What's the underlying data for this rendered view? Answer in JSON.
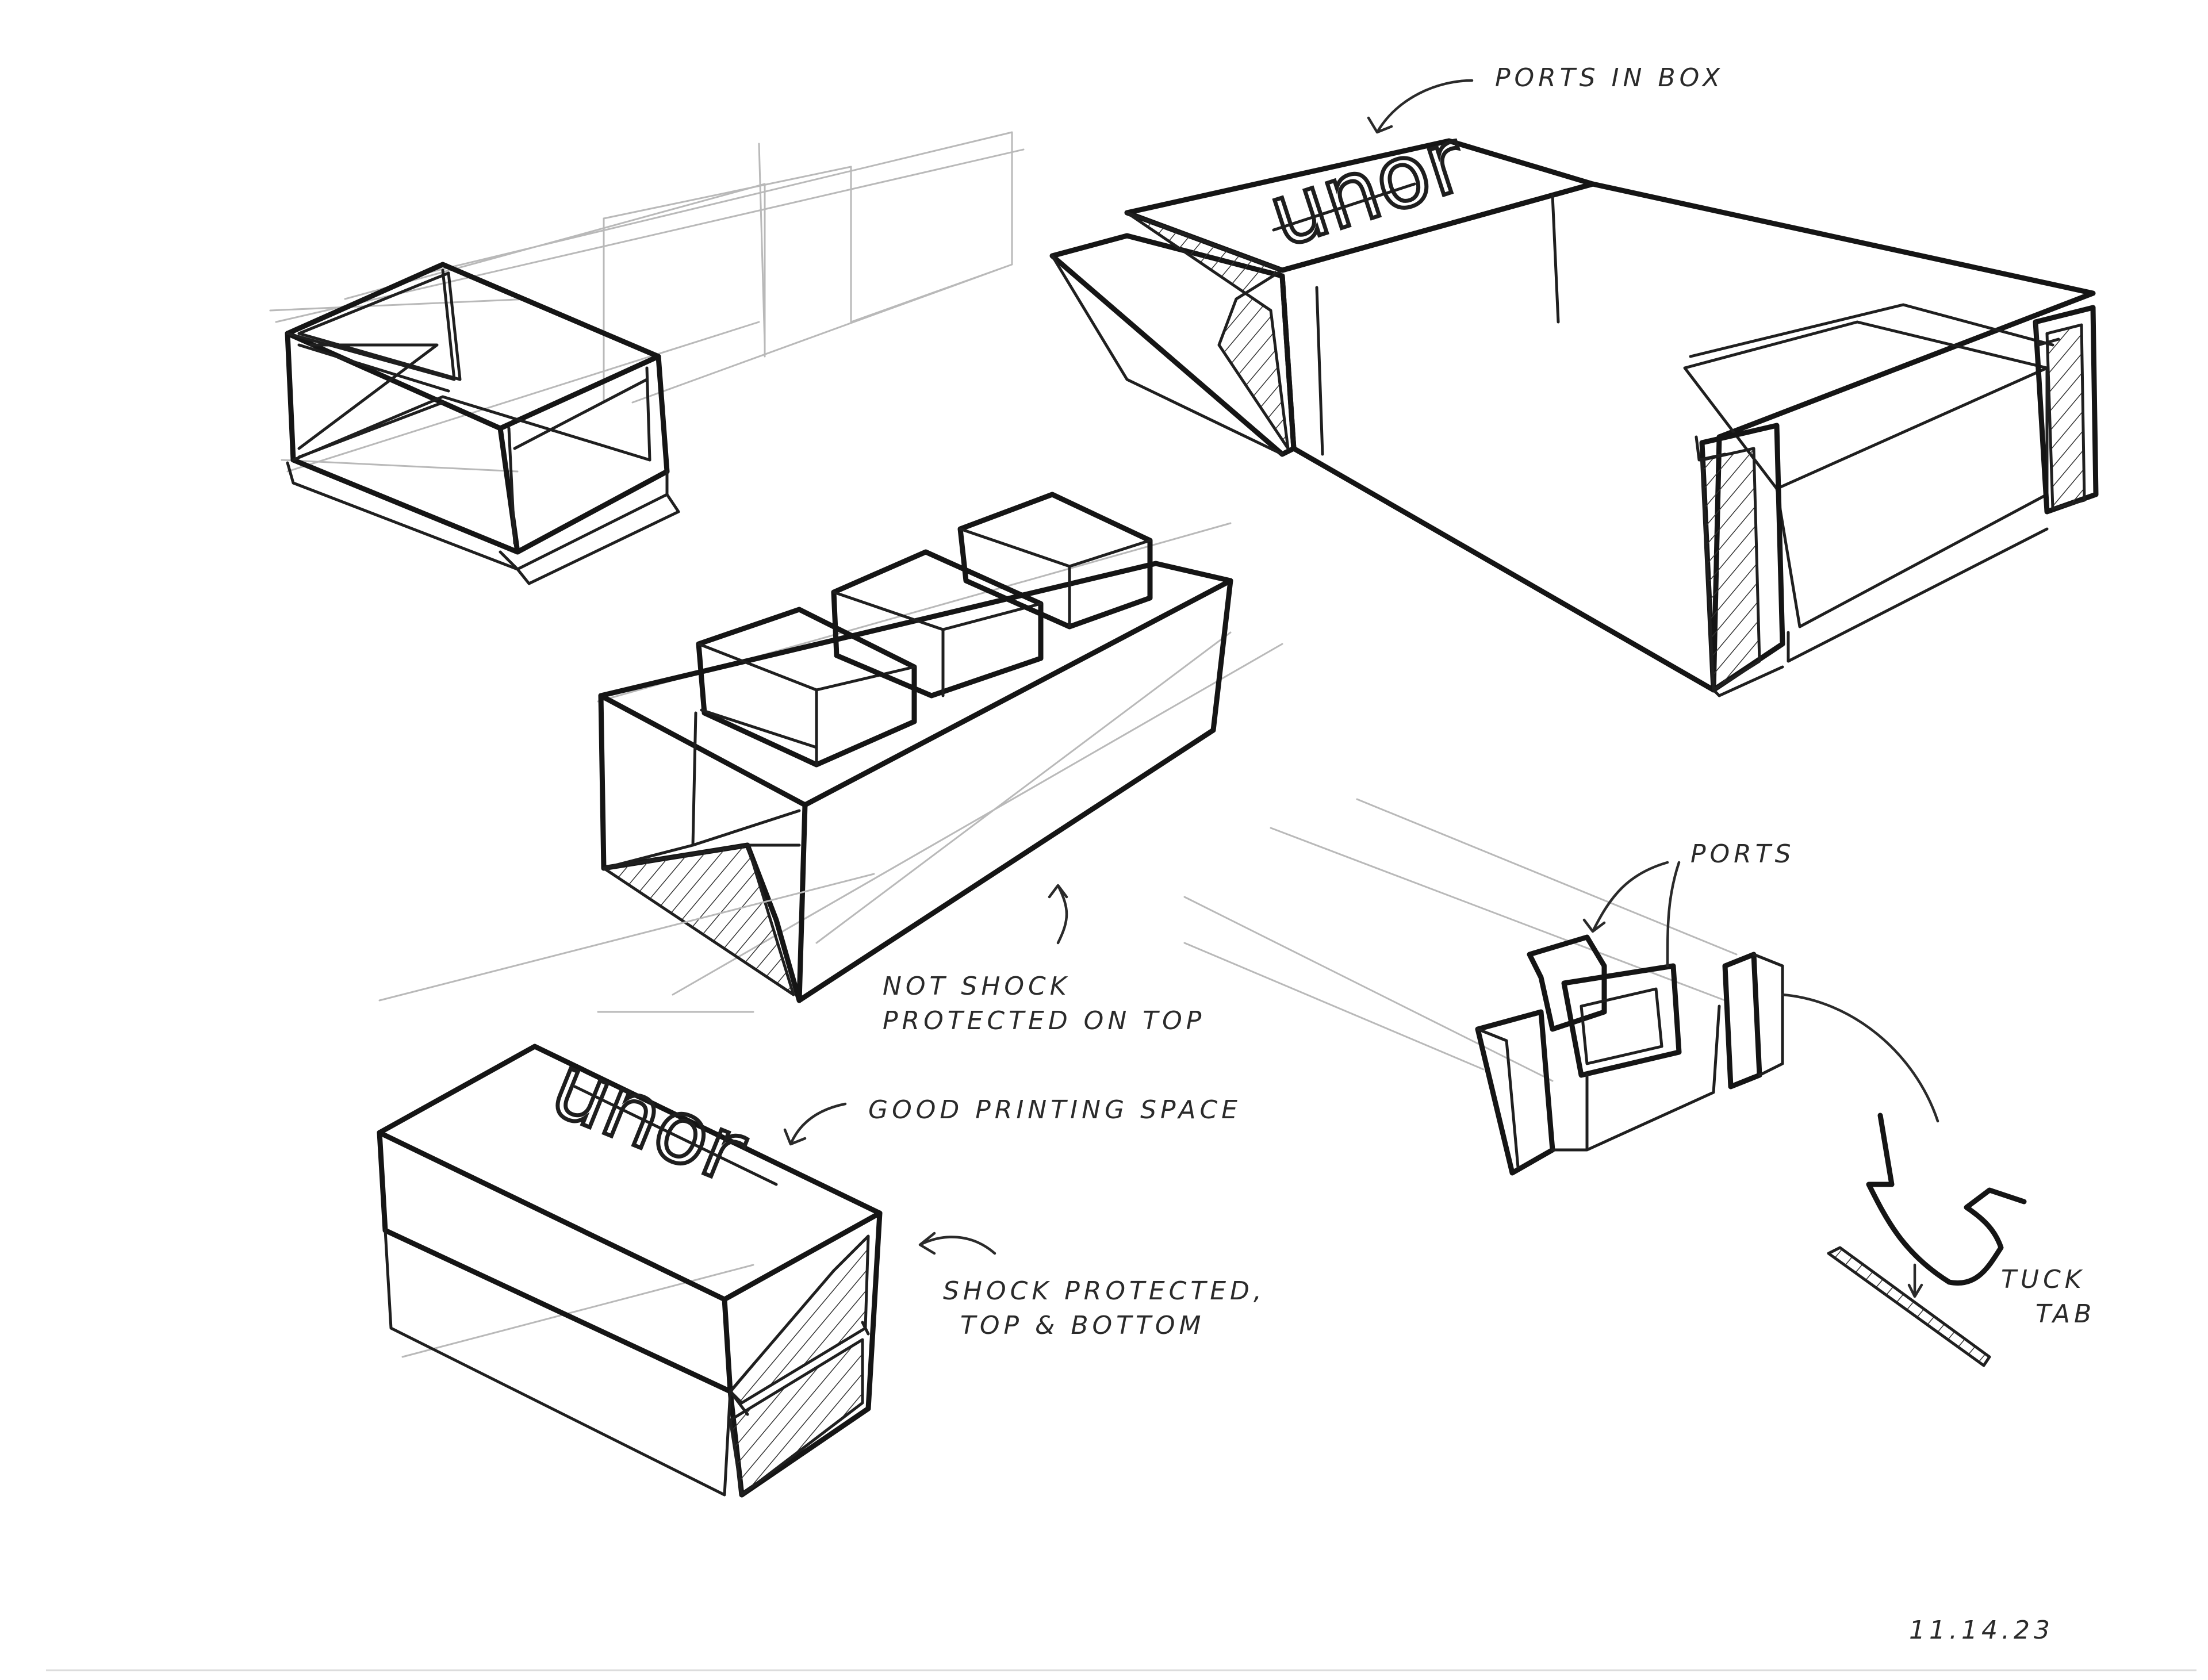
{
  "labels": {
    "ports_in_box": "PORTS IN BOX",
    "not_shock_line1": "NOT SHOCK",
    "not_shock_line2": "PROTECTED ON TOP",
    "good_printing": "GOOD PRINTING SPACE",
    "shock_line1": "SHOCK PROTECTED,",
    "shock_line2": "TOP & BOTTOM",
    "ports": "PORTS",
    "tuck_line1": "TUCK",
    "tuck_line2": "TAB",
    "date": "11.14.23"
  },
  "logo_text": "unor",
  "colors": {
    "ink": "#1f1f1f",
    "paper": "#ffffff",
    "guide": "#b9b9b9"
  }
}
